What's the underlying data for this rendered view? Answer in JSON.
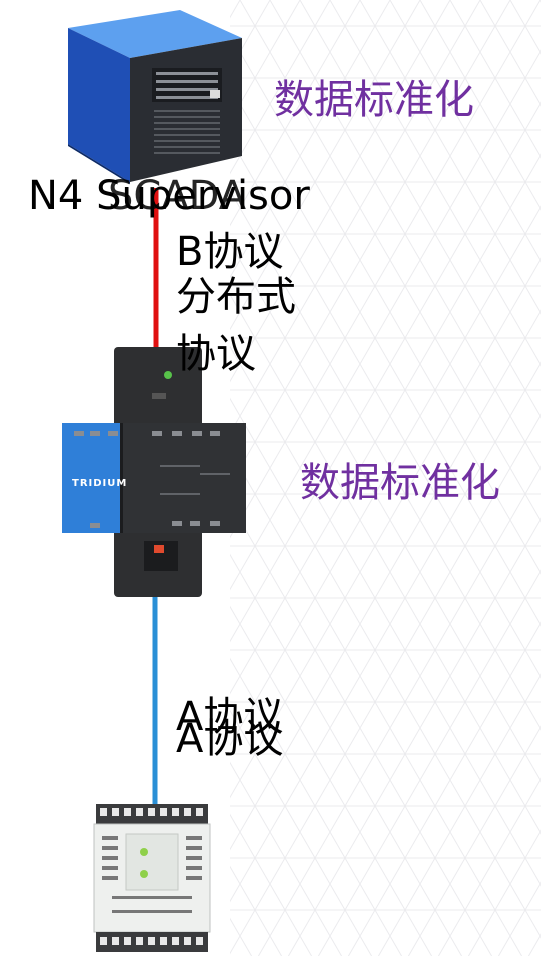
{
  "labels": {
    "standardize_top": "数据标准化",
    "standardize_mid": "数据标准化",
    "n4_supervisor": "N4 Supervisor",
    "scada_overlap": "SCADA",
    "b_protocol": "B协议",
    "distributed_line1": "分布式",
    "distributed_line2": "协议",
    "a_protocol_1": "A协议",
    "a_protocol_2": "A协议",
    "tridium_brand": "TRIDIUM"
  },
  "colors": {
    "server_blue": "#1f4fb5",
    "link_red": "#e01010",
    "link_blue": "#2a8fd6",
    "label_purple": "#7030a0",
    "controller_blue": "#2f7fd8",
    "controller_dark": "#2e2f31"
  },
  "icons": {
    "server": "tower-server-icon",
    "controller": "tridium-jace-controller-icon",
    "io_module": "field-io-module-icon"
  }
}
